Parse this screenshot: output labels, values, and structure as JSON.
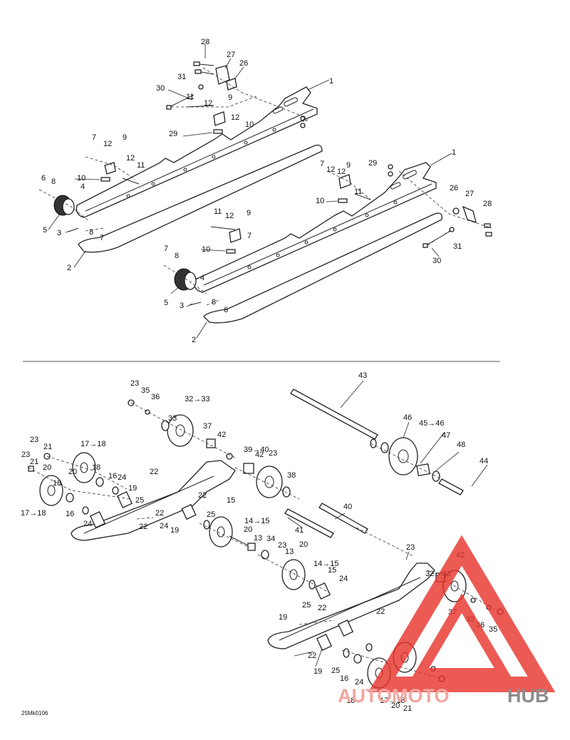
{
  "figure_code": "25Mk0106",
  "watermark": {
    "text_part1": "AUTOMOTO",
    "text_part2": "HUB",
    "color_part1": "#f4a6a0",
    "color_part2": "#8c8c8c",
    "logo_color": "#e8322a"
  },
  "top_group": {
    "callouts": [
      "28",
      "27",
      "26",
      "1",
      "31",
      "30",
      "11",
      "12",
      "9",
      "12",
      "7",
      "29",
      "10",
      "7",
      "12",
      "9",
      "12",
      "11",
      "10",
      "6",
      "8",
      "4",
      "5",
      "3",
      "8",
      "7",
      "2",
      "1",
      "7",
      "12",
      "9",
      "29",
      "12",
      "11",
      "10",
      "26",
      "27",
      "28",
      "11",
      "9",
      "12",
      "7",
      "10",
      "7",
      "8",
      "4",
      "5",
      "3",
      "8",
      "6",
      "30",
      "31",
      "2"
    ]
  },
  "bottom_group": {
    "callouts": [
      "23",
      "35",
      "36",
      "32→33",
      "33",
      "37",
      "42",
      "43",
      "46",
      "45→46",
      "47",
      "48",
      "44",
      "23",
      "21",
      "17→18",
      "20",
      "18",
      "16",
      "24",
      "19",
      "22",
      "23",
      "21",
      "20",
      "17→18",
      "18",
      "16",
      "24",
      "25",
      "22",
      "22",
      "22",
      "24",
      "19",
      "25",
      "15",
      "14→15",
      "20",
      "13",
      "23",
      "39→40",
      "42",
      "38",
      "40",
      "41",
      "34",
      "23",
      "13",
      "20",
      "14→15",
      "15",
      "24",
      "19",
      "22",
      "25",
      "22",
      "22",
      "19",
      "25",
      "16",
      "24",
      "18",
      "17→18",
      "20",
      "21",
      "23",
      "42",
      "32→33",
      "37",
      "33",
      "36",
      "35",
      "23"
    ]
  }
}
